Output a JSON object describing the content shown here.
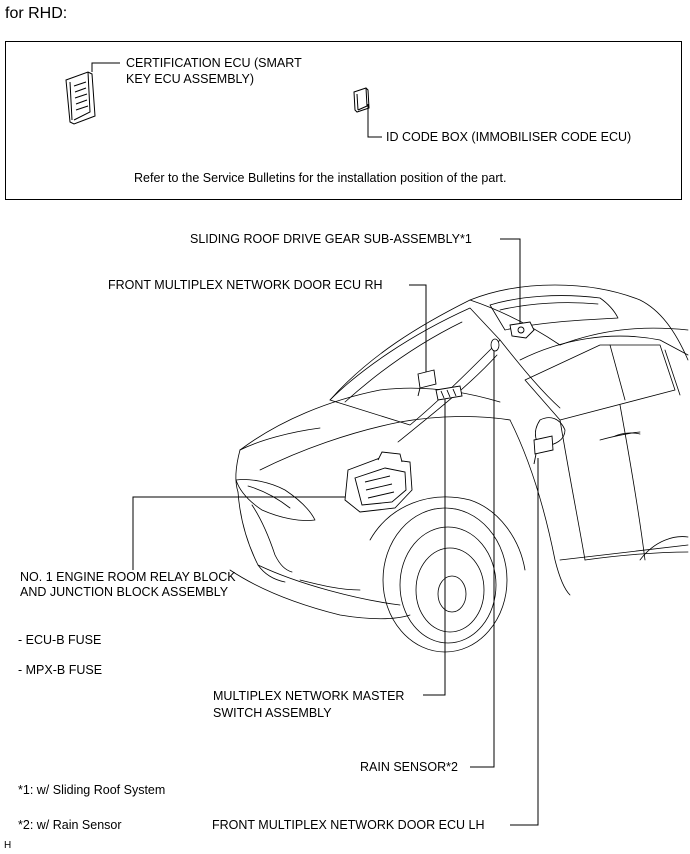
{
  "header": {
    "title": "for RHD:"
  },
  "box": {
    "certification_ecu_line1": "CERTIFICATION ECU (SMART",
    "certification_ecu_line2": "KEY ECU ASSEMBLY)",
    "id_code_box": "ID CODE BOX (IMMOBILISER CODE ECU)",
    "note": "Refer to the Service Bulletins for the installation position of the part."
  },
  "labels": {
    "sliding_roof": "SLIDING ROOF DRIVE GEAR SUB-ASSEMBLY*1",
    "front_door_ecu_rh": "FRONT MULTIPLEX NETWORK DOOR ECU RH",
    "relay_block_line1": "NO. 1 ENGINE ROOM RELAY BLOCK",
    "relay_block_line2": "AND JUNCTION BLOCK ASSEMBLY",
    "ecu_b_fuse": "- ECU-B FUSE",
    "mpx_b_fuse": "- MPX-B FUSE",
    "master_switch_line1": "MULTIPLEX NETWORK MASTER",
    "master_switch_line2": "SWITCH ASSEMBLY",
    "rain_sensor": "RAIN SENSOR*2",
    "front_door_ecu_lh": "FRONT MULTIPLEX NETWORK DOOR ECU LH"
  },
  "footnotes": {
    "note1": "*1: w/ Sliding Roof System",
    "note2": "*2: w/ Rain Sensor"
  },
  "corner_mark": "H"
}
